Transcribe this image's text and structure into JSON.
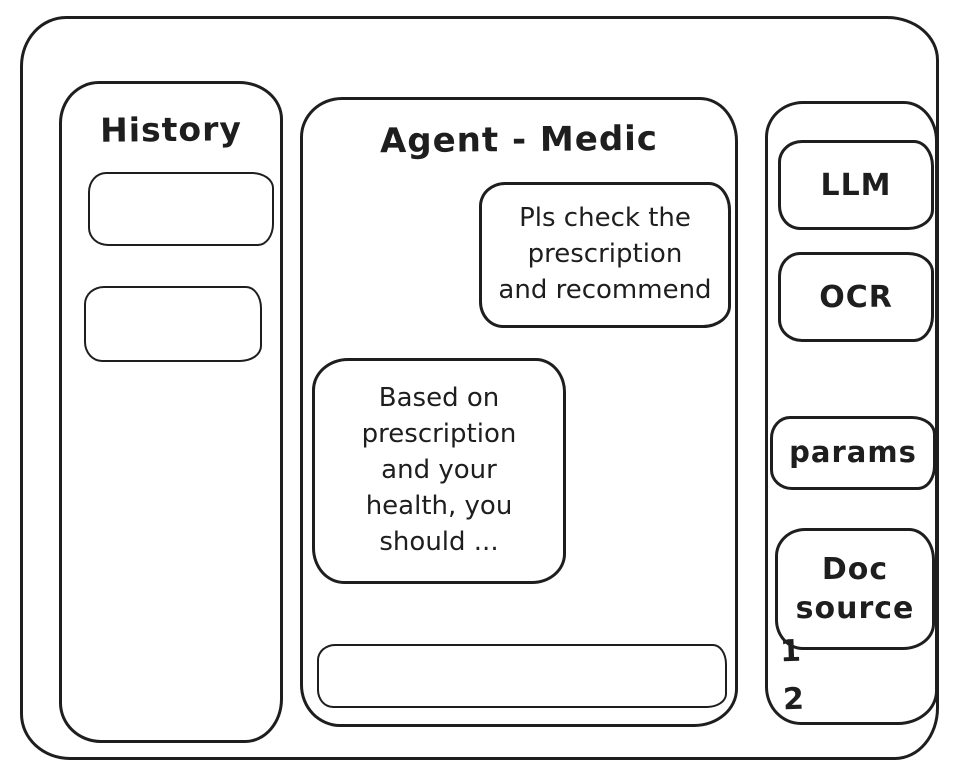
{
  "window": {
    "background": "#ffffff",
    "stroke_color": "#1e1e1e"
  },
  "history": {
    "title": "History",
    "items": [
      {
        "label": ""
      },
      {
        "label": ""
      }
    ]
  },
  "chat": {
    "title": "Agent - Medic",
    "messages": [
      {
        "role": "user",
        "text": "Pls check the\nprescription\nand recommend"
      },
      {
        "role": "assistant",
        "text": "Based on\nprescription\nand your\nhealth, you\nshould ..."
      }
    ],
    "input": {
      "value": ""
    }
  },
  "tools": {
    "buttons": [
      {
        "id": "llm",
        "label": "LLM"
      },
      {
        "id": "ocr",
        "label": "OCR"
      },
      {
        "id": "params",
        "label": "params"
      },
      {
        "id": "doc-source",
        "label": "Doc\nsource"
      }
    ],
    "doc_source_items": [
      "1",
      "2"
    ]
  }
}
